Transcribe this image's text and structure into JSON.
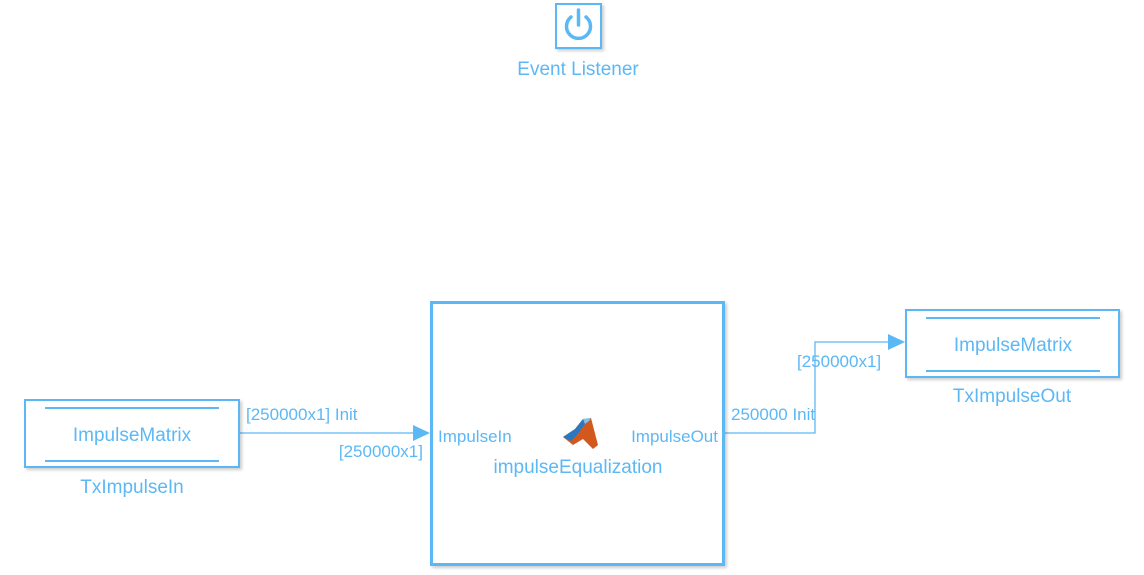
{
  "event_listener": {
    "label": "Event Listener",
    "icon": "power-icon"
  },
  "source_block": {
    "content": "ImpulseMatrix",
    "name": "TxImpulseIn"
  },
  "function_block": {
    "name": "impulseEqualization",
    "input_port": "ImpulseIn",
    "output_port": "ImpulseOut",
    "icon": "matlab-logo-icon"
  },
  "sink_block": {
    "content": "ImpulseMatrix",
    "name": "TxImpulseOut"
  },
  "signals": {
    "input": {
      "label": "[250000x1] Init",
      "dims": "[250000x1]"
    },
    "output": {
      "label": "250000 Init",
      "dims": "[250000x1]"
    }
  },
  "colors": {
    "accent": "#5cb8f5"
  }
}
